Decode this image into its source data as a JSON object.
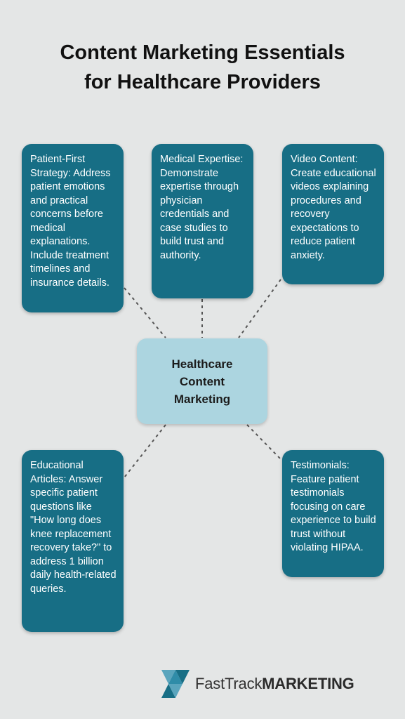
{
  "title": {
    "line1": "Content Marketing Essentials",
    "line2": "for Healthcare Providers"
  },
  "center": {
    "label": "Healthcare Content Marketing"
  },
  "nodes": [
    {
      "text": "Patient-First Strategy: Address patient emotions and practical concerns before medical explanations. Include treatment timelines and insurance details."
    },
    {
      "text": "Medical Expertise: Demonstrate expertise through physician credentials and case studies to build trust and authority."
    },
    {
      "text": "Video Content: Create educational videos explaining procedures and recovery expectations to reduce patient anxiety."
    },
    {
      "text": "Educational Articles: Answer specific patient questions like \"How long does knee replacement recovery take?\" to address 1 billion daily health-related queries."
    },
    {
      "text": "Testimonials: Feature patient testimonials focusing on care experience to build trust without violating HIPAA."
    }
  ],
  "logo": {
    "name_regular": "FastTrack",
    "name_bold": "MARKETING"
  },
  "colors": {
    "background": "#e4e6e6",
    "node_fill": "#176e85",
    "center_fill": "#acd5e0",
    "connector": "#555555"
  }
}
